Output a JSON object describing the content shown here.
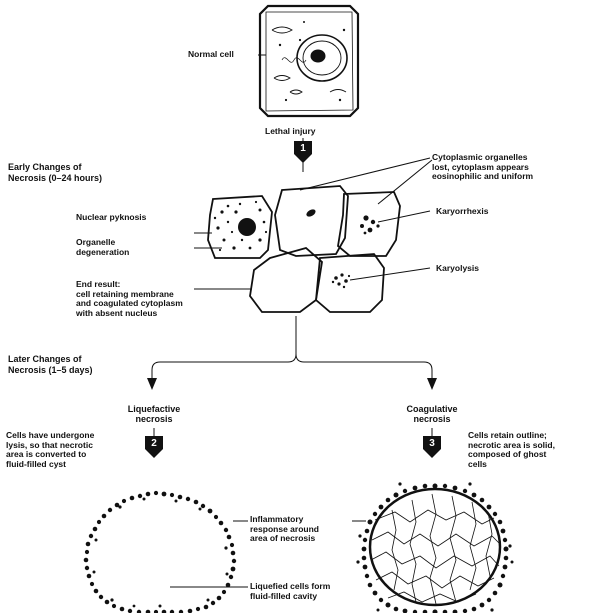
{
  "top": {
    "normal_cell": "Normal cell",
    "lethal_injury": "Lethal injury",
    "badge_1": "1"
  },
  "early": {
    "header_line1": "Early Changes of",
    "header_line2": "Necrosis (0–24 hours)",
    "nuclear_pyknosis": "Nuclear pyknosis",
    "organelle_line1": "Organelle",
    "organelle_line2": "degeneration",
    "end_result_line1": "End result:",
    "end_result_line2": "cell retaining membrane",
    "end_result_line3": "and coagulated cytoplasm",
    "end_result_line4": "with absent nucleus",
    "cytoplasmic_line1": "Cytoplasmic organelles",
    "cytoplasmic_line2": "lost, cytoplasm appears",
    "cytoplasmic_line3": "eosinophilic and uniform",
    "karyorrhexis": "Karyorrhexis",
    "karyolysis": "Karyolysis"
  },
  "later": {
    "header_line1": "Later Changes of",
    "header_line2": "Necrosis (1–5 days)"
  },
  "liquefactive": {
    "title_line1": "Liquefactive",
    "title_line2": "necrosis",
    "badge": "2",
    "desc_line1": "Cells have undergone",
    "desc_line2": "lysis, so that necrotic",
    "desc_line3": "area is converted to",
    "desc_line4": "fluid-filled cyst"
  },
  "coagulative": {
    "title_line1": "Coagulative",
    "title_line2": "necrosis",
    "badge": "3",
    "desc_line1": "Cells retain outline;",
    "desc_line2": "necrotic area is solid,",
    "desc_line3": "composed of ghost",
    "desc_line4": "cells"
  },
  "bottom": {
    "inflammatory_line1": "Inflammatory",
    "inflammatory_line2": "response around",
    "inflammatory_line3": "area of necrosis",
    "liquefied_line1": "Liquefied cells form",
    "liquefied_line2": "fluid-filled cavity"
  }
}
